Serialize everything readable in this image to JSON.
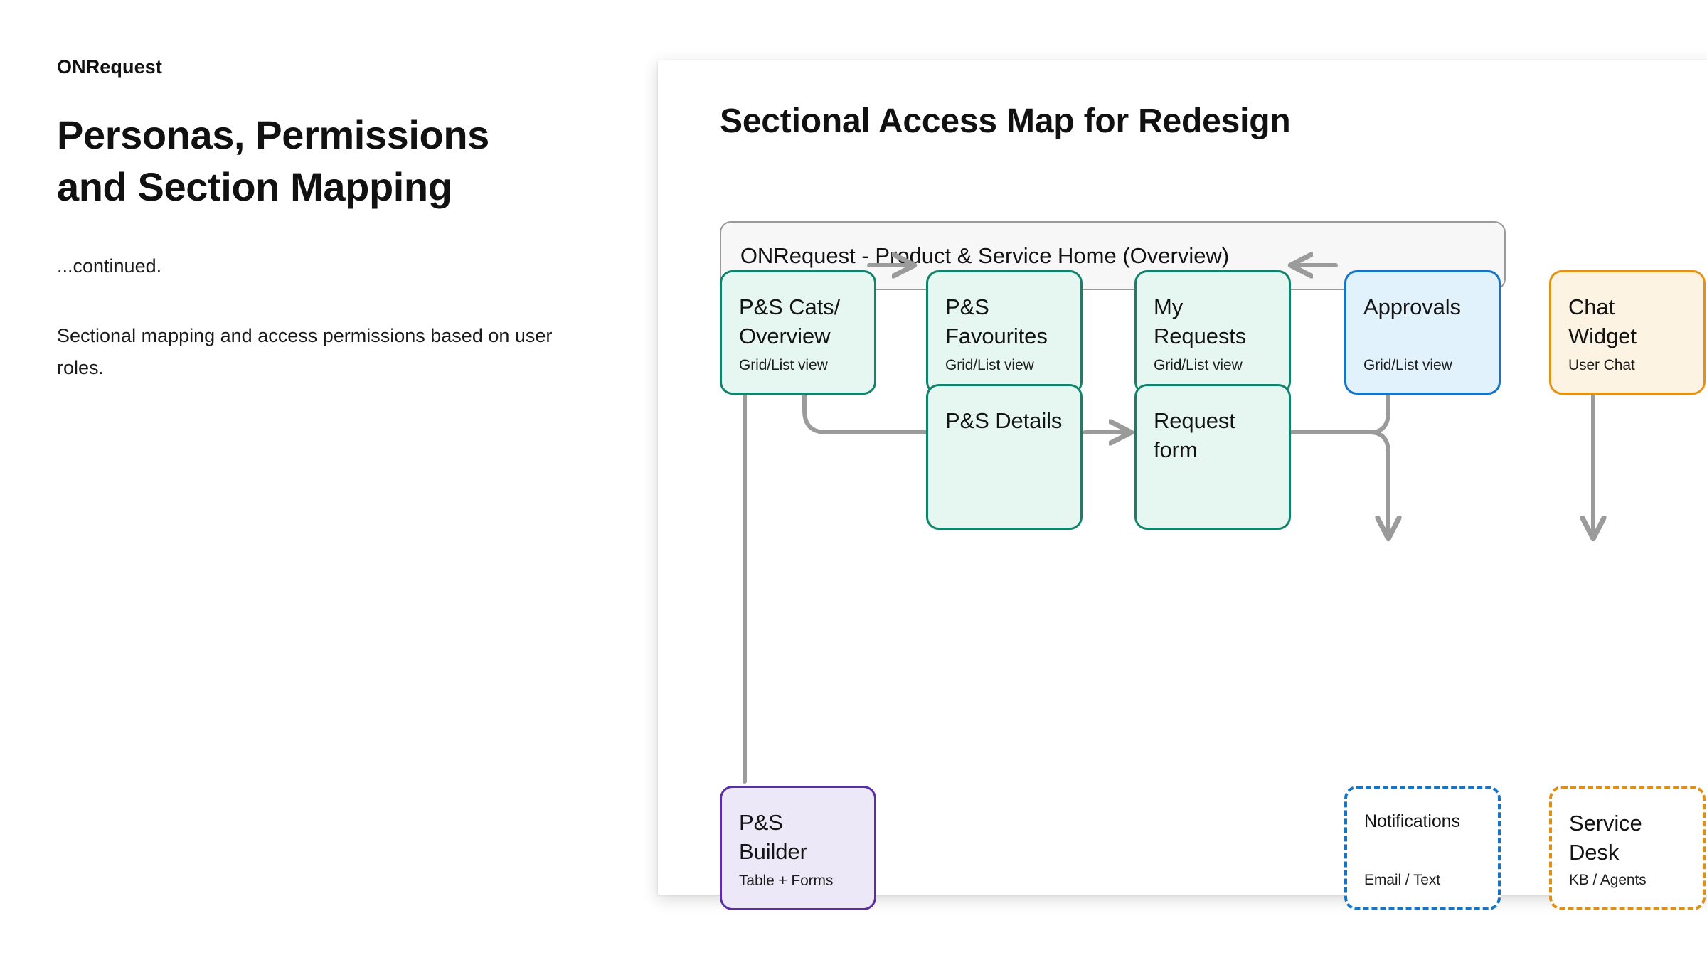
{
  "left_panel": {
    "eyebrow": "ONRequest",
    "headline": "Personas, Permissions and Section Mapping",
    "continued": "...continued.",
    "blurb": "Sectional mapping and access permissions based on user roles."
  },
  "canvas": {
    "title": "Sectional Access Map for Redesign",
    "overview_banner": {
      "label": "ONRequest - Product & Service Home (Overview)",
      "style": "solid-grey"
    }
  },
  "diagram": {
    "type": "flowchart",
    "nodes": [
      {
        "id": "ps-cats-overview",
        "title": "P&S Cats/ Overview",
        "subtitle": "Grid/List view",
        "style": "teal",
        "row": 1,
        "col": 1
      },
      {
        "id": "ps-favourites",
        "title": "P&S Favourites",
        "subtitle": "Grid/List view",
        "style": "teal",
        "row": 1,
        "col": 2
      },
      {
        "id": "my-requests",
        "title": "My Requests",
        "subtitle": "Grid/List view",
        "style": "teal",
        "row": 1,
        "col": 3
      },
      {
        "id": "approvals",
        "title": "Approvals",
        "subtitle": "Grid/List view",
        "style": "blue",
        "row": 1,
        "col": 4
      },
      {
        "id": "chat-widget",
        "title": "Chat Widget",
        "subtitle": "User Chat",
        "style": "orange",
        "row": 1,
        "col": 5
      },
      {
        "id": "ps-details",
        "title": "P&S Details",
        "subtitle": "",
        "style": "teal",
        "row": 2,
        "col": 2
      },
      {
        "id": "request-form",
        "title": "Request form",
        "subtitle": "",
        "style": "teal",
        "row": 2,
        "col": 3
      },
      {
        "id": "ps-builder",
        "title": "P&S Builder",
        "subtitle": "Table + Forms",
        "style": "purple",
        "row": 3,
        "col": 1
      },
      {
        "id": "notifications",
        "title": "Notifications",
        "subtitle": "Email / Text",
        "style": "dashed-blue",
        "row": 3,
        "col": 4
      },
      {
        "id": "service-desk",
        "title": "Service Desk",
        "subtitle": "KB / Agents",
        "style": "dashed-orange",
        "row": 3,
        "col": 5
      }
    ],
    "edges": [
      {
        "from": "ps-cats-overview",
        "to": "ps-favourites",
        "direction": "right"
      },
      {
        "from": "approvals",
        "to": "my-requests",
        "direction": "left"
      },
      {
        "from": "ps-favourites",
        "to": "ps-details",
        "direction": "down"
      },
      {
        "from": "request-form",
        "to": "my-requests",
        "direction": "up"
      },
      {
        "from": "ps-builder",
        "to": "ps-cats-overview",
        "direction": "up"
      },
      {
        "from": "ps-cats-overview",
        "to": "ps-details",
        "direction": "elbow-down-right"
      },
      {
        "from": "ps-details",
        "to": "request-form",
        "direction": "right"
      },
      {
        "from": "request-form",
        "to": "approvals",
        "direction": "elbow-right-up"
      },
      {
        "from": "request-form",
        "to": "notifications",
        "direction": "elbow-right-down"
      },
      {
        "from": "chat-widget",
        "to": "service-desk",
        "direction": "bidirectional-vertical"
      }
    ]
  },
  "colors": {
    "teal_border": "#11836c",
    "teal_fill": "#e6f7f2",
    "blue_border": "#1773c4",
    "blue_fill": "#e1f2fd",
    "orange_border": "#e29216",
    "orange_fill": "#fdf3e2",
    "purple_border": "#5b2ea6",
    "purple_fill": "#ece8f7",
    "connector": "#9b9b9b",
    "text": "#111111"
  }
}
